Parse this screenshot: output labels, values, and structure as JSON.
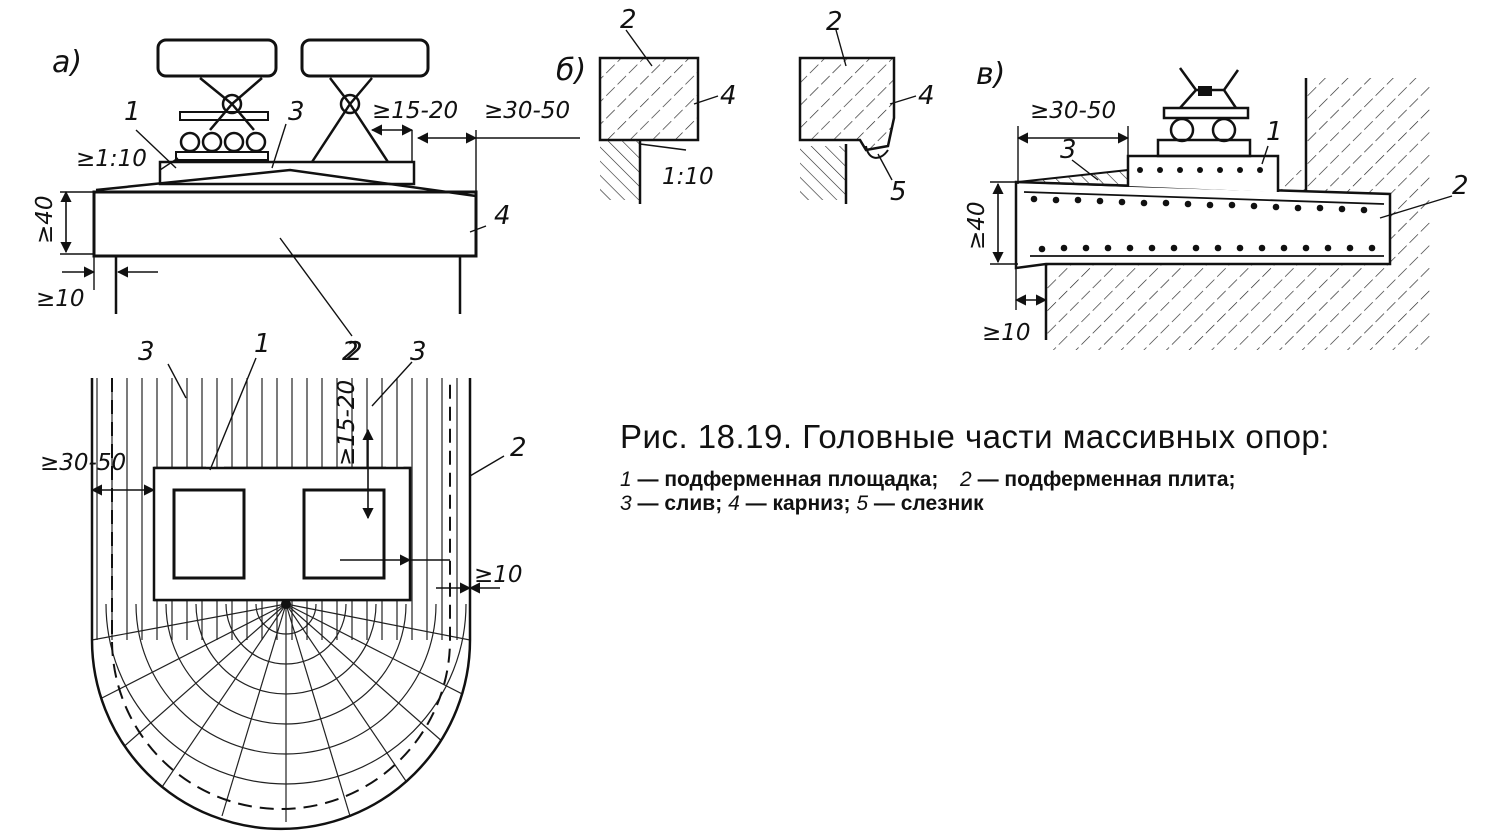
{
  "figure": {
    "caption_title": "Рис. 18.19. Головные части массивных опор:",
    "legend": [
      {
        "num": "1",
        "text": "подферменная площадка;"
      },
      {
        "num": "2",
        "text": "подферменная плита;"
      },
      {
        "num": "3",
        "text": "слив;"
      },
      {
        "num": "4",
        "text": "карниз;"
      },
      {
        "num": "5",
        "text": "слезник"
      }
    ],
    "dash": "—",
    "panel_a": {
      "label": "а)",
      "dims": {
        "slope": "≥1:10",
        "d1520": "≥15-20",
        "d3050": "≥30-50",
        "d40": "≥40",
        "d10": "≥10"
      },
      "callouts": {
        "n1": "1",
        "n2": "2",
        "n3": "3",
        "n4": "4"
      }
    },
    "panel_a_plan": {
      "dims": {
        "d3050": "≥30-50",
        "d1520": "≥15-20",
        "d10": "≥10"
      },
      "callouts": {
        "n3a": "3",
        "n1": "1",
        "n2a": "2",
        "n3b": "3",
        "n2b": "2"
      }
    },
    "panel_b": {
      "label": "б)",
      "slope": "1:10",
      "callouts": {
        "left2": "2",
        "left4": "4",
        "right2": "2",
        "right4": "4",
        "right5": "5"
      }
    },
    "panel_v": {
      "label": "в)",
      "dims": {
        "d3050": "≥30-50",
        "d40": "≥40",
        "d10": "≥10"
      },
      "callouts": {
        "n3": "3",
        "n1": "1",
        "n2": "2"
      }
    }
  }
}
